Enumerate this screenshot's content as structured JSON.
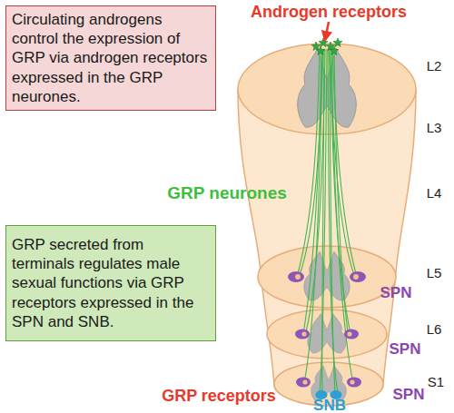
{
  "diagram": {
    "nodes": [
      {
        "text": [
          "Circulating androgens control the expression of GRP via androgen receptors expressed in the GRP neurones."
        ]
      },
      {
        "text": [
          "GRP secreted from terminals regulates male sexual functions via GRP receptors expressed in the SPN and SNB."
        ]
      }
    ],
    "labels": [
      "Androgen receptors",
      "L2",
      "L3",
      "GRP neurones",
      "L4",
      "L5",
      "SPN",
      "L6",
      "SPN",
      "S1",
      "GRP receptors",
      "SPN",
      "SNB"
    ]
  }
}
